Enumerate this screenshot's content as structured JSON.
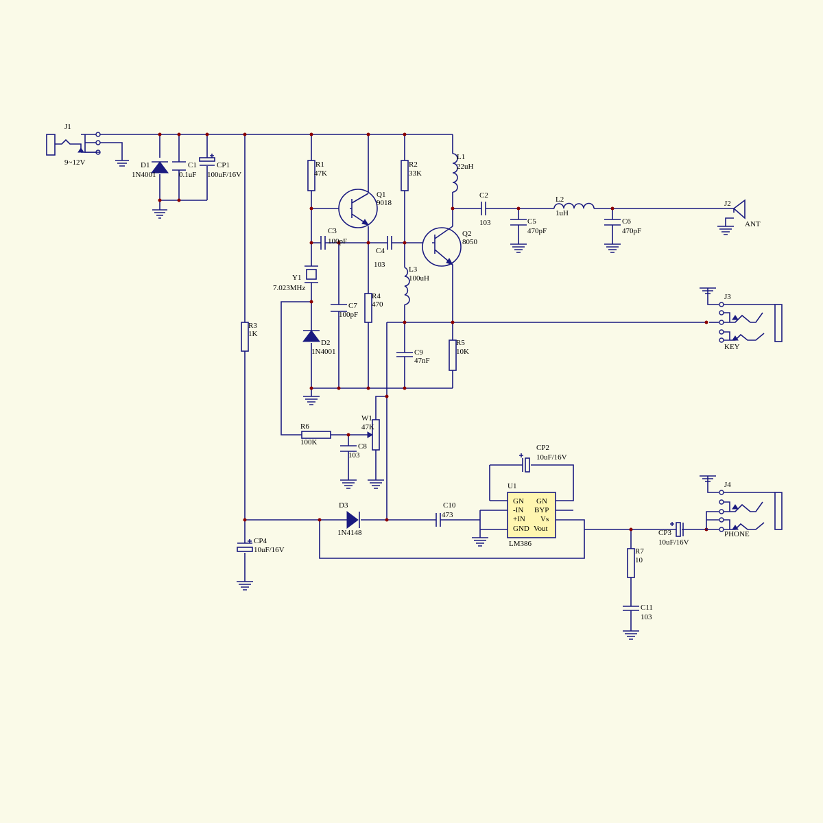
{
  "colors": {
    "wire": "#1a1a80",
    "junction": "#8b0000",
    "background": "#fafae8",
    "ic_fill": "#fff6b0"
  },
  "labels": {
    "j1": "J1",
    "j1_v": "9~12V",
    "d1": "D1",
    "d1_v": "1N4001",
    "c1": "C1",
    "c1_v": "0.1uF",
    "cp1": "CP1",
    "cp1_v": "100uF/16V",
    "r1": "R1",
    "r1_v": "47K",
    "r2": "R2",
    "r2_v": "33K",
    "q1": "Q1",
    "q1_v": "9018",
    "q2": "Q2",
    "q2_v": "8050",
    "l1": "L1",
    "l1_v": "22uH",
    "c2": "C2",
    "c2_v": "103",
    "c5": "C5",
    "c5_v": "470pF",
    "l2": "L2",
    "l2_v": "1uH",
    "c6": "C6",
    "c6_v": "470pF",
    "j2": "J2",
    "j2_v": "ANT",
    "c3": "C3",
    "c3_v": "100pF",
    "c4": "C4",
    "c4_v": "103",
    "y1": "Y1",
    "y1_v": "7.023MHz",
    "l3": "L3",
    "l3_v": "100uH",
    "c7": "C7",
    "c7_v": "100pF",
    "r4": "R4",
    "r4_v": "470",
    "r3": "R3",
    "r3_v": "1K",
    "d2": "D2",
    "d2_v": "1N4001",
    "c9": "C9",
    "c9_v": "47nF",
    "r5": "R5",
    "r5_v": "10K",
    "j3": "J3",
    "j3_v": "KEY",
    "w1": "W1",
    "w1_v": "47K",
    "r6": "R6",
    "r6_v": "100K",
    "c8": "C8",
    "c8_v": "103",
    "cp2": "CP2",
    "cp2_v": "10uF/16V",
    "u1": "U1",
    "u1_v": "LM386",
    "u1_p1": "GN",
    "u1_p2": "-IN",
    "u1_p3": "+IN",
    "u1_p4": "GND",
    "u1_p8": "GN",
    "u1_p7": "BYP",
    "u1_p6": "Vs",
    "u1_p5": "Vout",
    "j4": "J4",
    "j4_v": "PHONE",
    "d3": "D3",
    "d3_v": "1N4148",
    "c10": "C10",
    "c10_v": "473",
    "cp4": "CP4",
    "cp4_v": "10uF/16V",
    "cp3": "CP3",
    "cp3_v": "10uF/16V",
    "r7": "R7",
    "r7_v": "10",
    "c11": "C11",
    "c11_v": "103"
  }
}
